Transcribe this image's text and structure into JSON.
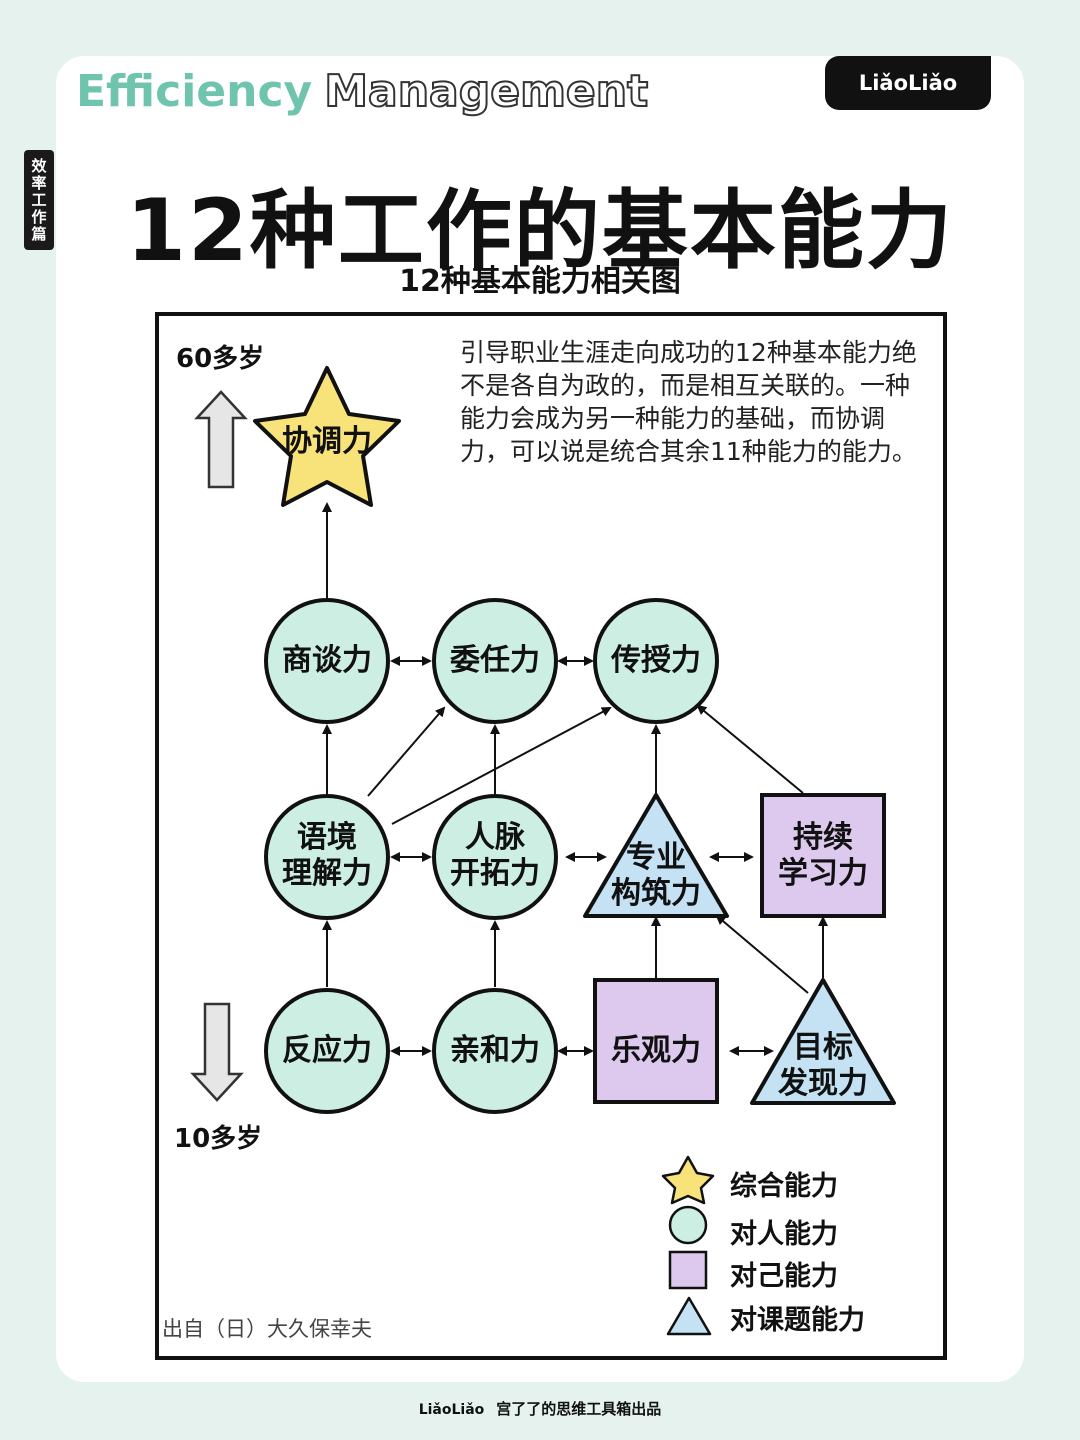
{
  "brand": {
    "title_word1": "Efficiency",
    "title_word2": "Management",
    "logo_text": "LiǎoLiǎo",
    "side_tab": "效率工作篇"
  },
  "title": "12种工作的基本能力",
  "subtitle": "12种基本能力相关图",
  "description": "引导职业生涯走向成功的12种基本能力绝不是各自为政的，而是相互关联的。一种能力会成为另一种能力的基础，而协调力，可以说是统合其余11种能力的能力。",
  "age_top": "60多岁",
  "age_bottom": "10多岁",
  "source": "出自（日）大久保幸夫",
  "nodes": {
    "xietiao": "协调力",
    "shangtan": "商谈力",
    "weiren": "委任力",
    "chuanshou": "传授力",
    "yujing_1": "语境",
    "yujing_2": "理解力",
    "renmai_1": "人脉",
    "renmai_2": "开拓力",
    "zhuanye_1": "专业",
    "zhuanye_2": "构筑力",
    "chixu_1": "持续",
    "chixu_2": "学习力",
    "fanying": "反应力",
    "qinhe": "亲和力",
    "leguan": "乐观力",
    "mubiao_1": "目标",
    "mubiao_2": "发现力"
  },
  "legend": {
    "zonghe": "综合能力",
    "duiren": "对人能力",
    "duiji": "对己能力",
    "duiketi": "对课题能力"
  },
  "colors": {
    "star": "#f8e27a",
    "circle": "#cdeee3",
    "square": "#ddc8ee",
    "triangle": "#c4e2f3",
    "accent_text": "#6fc4ae"
  },
  "footer": {
    "logo": "LiǎoLiǎo",
    "text": "宫了了的思维工具箱出品"
  }
}
